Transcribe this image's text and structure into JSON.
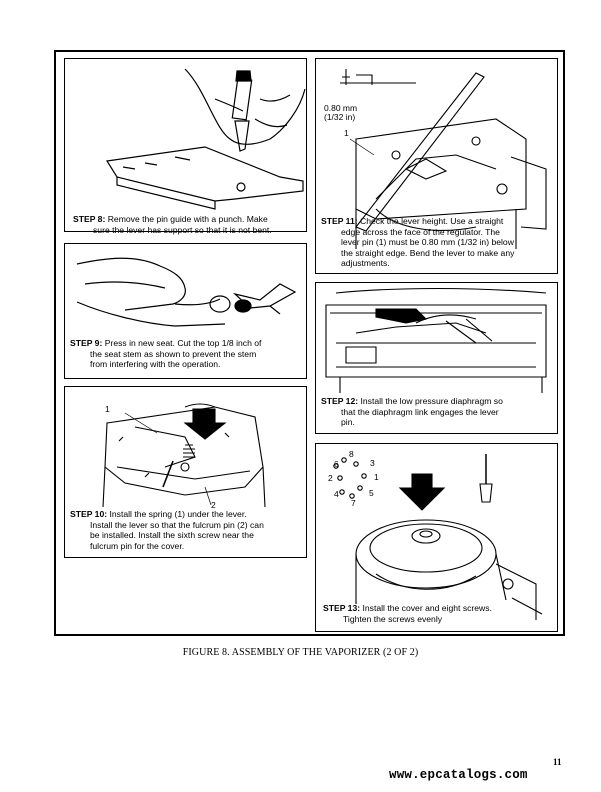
{
  "steps": {
    "s8": {
      "step": "STEP 8:",
      "line1": "Remove the pin guide with a punch. Make",
      "line2": "sure the lever has support so that it is not bent."
    },
    "s9": {
      "step": "STEP 9:",
      "line1": "Press in new seat. Cut the top 1/8 inch of",
      "line2": "the seat stem as shown to prevent the stem",
      "line3": "from interfering with the operation."
    },
    "s10": {
      "step": "STEP 10:",
      "line1": "Install the spring (1) under the lever.",
      "line2": "Install the lever so that the fulcrum pin (2) can",
      "line3": "be installed. Install the sixth screw near the",
      "line4": "fulcrum pin for the cover."
    },
    "s11": {
      "step": "STEP 11:",
      "line1": "Check the lever height. Use a straight",
      "line2": "edge across the face of the regulator. The",
      "line3": "lever pin (1) must be 0.80 mm (1/32 in) below",
      "line4": "the straight edge. Bend the lever to make any",
      "line5": "adjustments."
    },
    "s12": {
      "step": "STEP 12:",
      "line1": "Install the low pressure diaphragm so",
      "line2": "that the diaphragm link engages the lever",
      "line3": "pin."
    },
    "s13": {
      "step": "STEP 13:",
      "line1": "Install the cover and eight screws.",
      "line2": "Tighten the screws evenly"
    }
  },
  "labels": {
    "s10_callout1": "1",
    "s10_callout2": "2",
    "s11_dim1": "0.80 mm",
    "s11_dim2": "(1/32 in)",
    "s11_callout1": "1",
    "s13_seq": [
      "1",
      "2",
      "3",
      "4",
      "5",
      "6",
      "7",
      "8"
    ]
  },
  "figure_caption": "FIGURE 8. ASSEMBLY OF THE VAPORIZER (2 OF 2)",
  "page_number": "11",
  "watermark": "www.epcatalogs.com"
}
